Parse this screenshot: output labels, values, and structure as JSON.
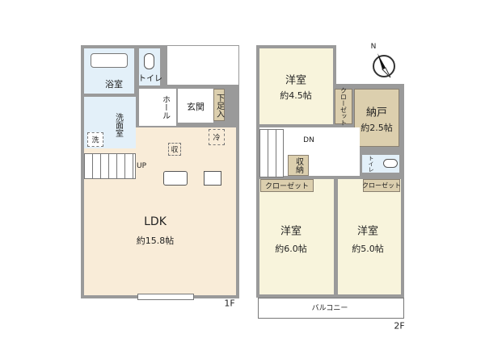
{
  "floor1": {
    "floor_label": "1F",
    "rooms": {
      "bath": "浴室",
      "toilet": "トイレ",
      "hall": "ホール",
      "entrance": "玄関",
      "shoe_storage": "下足入",
      "washroom": "洗面室",
      "washer": "洗",
      "storage": "収",
      "fridge": "冷",
      "up": "UP",
      "ldk": "LDK",
      "ldk_size": "約15.8帖"
    }
  },
  "floor2": {
    "floor_label": "2F",
    "rooms": {
      "western1": "洋室",
      "western1_size": "約4.5帖",
      "closet_vertical": "クローゼット",
      "storeroom": "納戸",
      "storeroom_size": "約2.5帖",
      "dn": "DN",
      "storage": "収納",
      "toilet": "トイレ",
      "closet_left": "クローゼット",
      "closet_right": "クローゼット",
      "western2": "洋室",
      "western2_size": "約6.0帖",
      "western3": "洋室",
      "western3_size": "約5.0帖",
      "balcony": "バルコニー"
    }
  },
  "compass": {
    "north_label": "N"
  },
  "colors": {
    "wall": "#9a9a9a",
    "ldk": "#f9ecd8",
    "western": "#f8f4dc",
    "wet": "#e3f0f9",
    "storage": "#dccfae"
  }
}
